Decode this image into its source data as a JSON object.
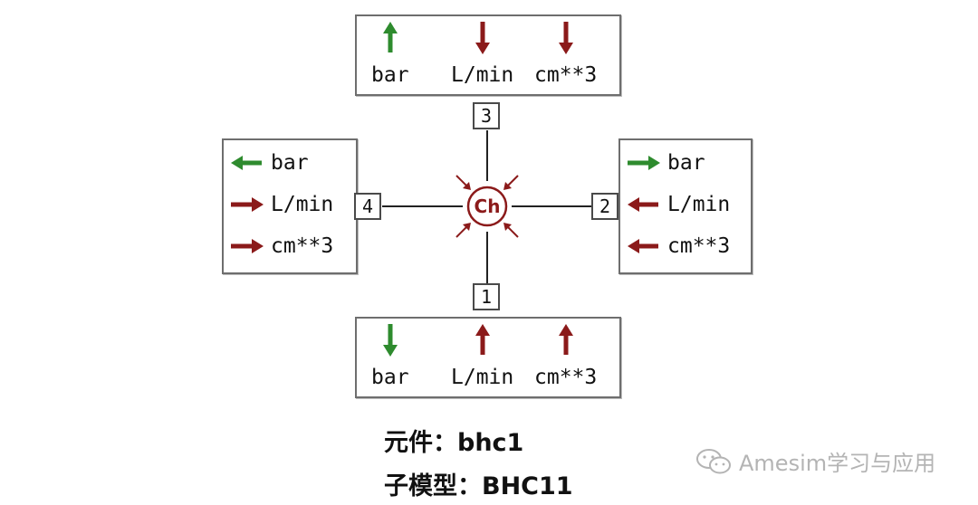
{
  "colors": {
    "green": "#2e8b2e",
    "red": "#8b1a1a",
    "border": "#6e6e6e",
    "line": "#222222",
    "watermark": "#b4b4b4"
  },
  "ports": {
    "top": {
      "tag": "3",
      "vars": [
        {
          "label": "bar",
          "arrow": "up-green"
        },
        {
          "label": "L/min",
          "arrow": "down-red"
        },
        {
          "label": "cm**3",
          "arrow": "down-red"
        }
      ]
    },
    "bottom": {
      "tag": "1",
      "vars": [
        {
          "label": "bar",
          "arrow": "down-green"
        },
        {
          "label": "L/min",
          "arrow": "up-red"
        },
        {
          "label": "cm**3",
          "arrow": "up-red"
        }
      ]
    },
    "left": {
      "tag": "4",
      "vars": [
        {
          "label": "bar",
          "arrow": "left-green"
        },
        {
          "label": "L/min",
          "arrow": "right-red"
        },
        {
          "label": "cm**3",
          "arrow": "right-red"
        }
      ]
    },
    "right": {
      "tag": "2",
      "vars": [
        {
          "label": "bar",
          "arrow": "right-green"
        },
        {
          "label": "L/min",
          "arrow": "left-red"
        },
        {
          "label": "cm**3",
          "arrow": "left-red"
        }
      ]
    }
  },
  "center": {
    "label": "Ch",
    "icon": "chamber-icon"
  },
  "captions": {
    "element": "元件：bhc1",
    "submodel": "子模型：BHC11"
  },
  "watermark": {
    "text": "Amesim学习与应用",
    "icon": "wechat-icon"
  }
}
